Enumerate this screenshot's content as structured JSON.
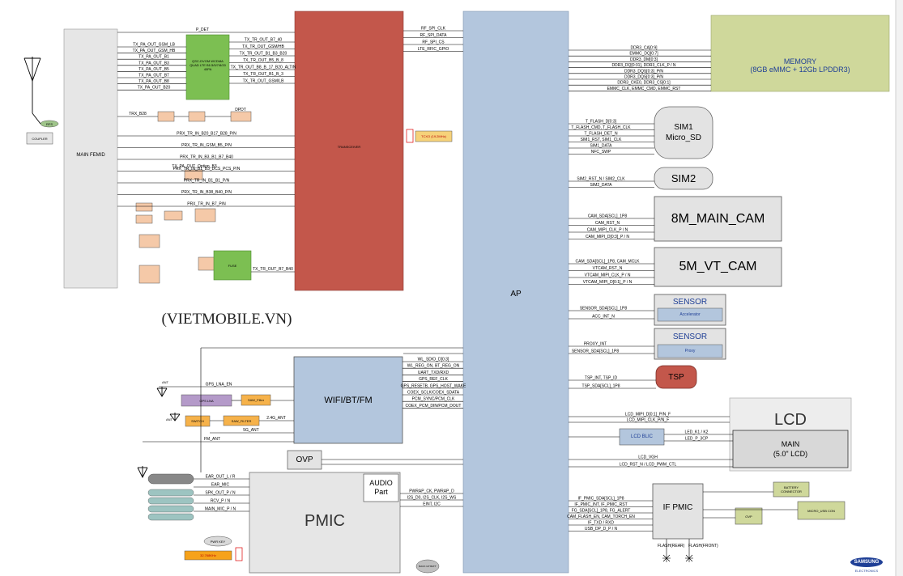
{
  "blocks": {
    "main_femid": "MAIN FEMID",
    "transceiver": "TRANSCEIVER",
    "pa": "QSC-DVOM WCDMA QUAD LTE B1/3/5/7/8/20 40PA",
    "ap": "AP",
    "memory_title": "MEMORY",
    "memory_sub": "(8GB eMMC + 12Gb LPDDR3)",
    "sim1_line1": "SIM1",
    "sim1_line2": "Micro_SD",
    "sim2": "SIM2",
    "main_cam": "8M_MAIN_CAM",
    "vt_cam": "5M_VT_CAM",
    "sensor": "SENSOR",
    "accelerometer": "Accelerator",
    "proxy": "Proxy",
    "tsp": "TSP",
    "lcd": "LCD",
    "lcd_main": "MAIN",
    "lcd_size": "(5.0\" LCD)",
    "lcd_blic": "LCD BLIC",
    "wifi": "WIFI/BT/FM",
    "pmic": "PMIC",
    "audio_line1": "AUDIO",
    "audio_line2": "Part",
    "ovp": "OVP",
    "if_pmic": "IF PMIC",
    "battery_connector": "BATTERY CONNECTOR",
    "micro_usb": "MICRO_USB CON",
    "ovp_small": "OVP",
    "tcxo": "TCXO (19.2MHz)",
    "coupler": "COUPLER",
    "gps_lna": "GPS LNA",
    "saw_filter_gps": "SAW_Filter",
    "saw_filter_wlan": "SAW_FILTER",
    "switch_wlan": "SWITCH",
    "ant1": "ANT",
    "ant2": "ANT",
    "power_key": "PWR KEY",
    "backup_battery": "BACK UP BATT",
    "crystal": "32.768KHz",
    "rfs": "RFS",
    "fuse": "FUSE"
  },
  "watermark": "(VIETMOBILE.VN)",
  "brand": "SAMSUNG",
  "brand_sub": "ELECTRONICS",
  "signals": {
    "memory": [
      "DDR3_CA[0:9]",
      "EMMC_DQ[0:7]",
      "DDR3_DM[0:3]",
      "DDR3_DQ[0:31], DDR3_CLK_P / N",
      "DDR3_DQS[0:3]_P/N",
      "DDR3_DQS[0:3]_P/N",
      "DDR3_CKE0, DDR3_CS[0:1]",
      "EMMC_CLK, EMMC_CMD, EMMC_RST"
    ],
    "sim1": [
      "T_FLASH_D[0:3]",
      "T_FLASH_CMD, T_FLASH_CLK",
      "T_FLASH_DET_N",
      "SIM1_RST, SIM1_CLK",
      "SIM1_DATA",
      "NFC_SWP"
    ],
    "sim2": [
      "SIM2_RST_N / SIM2_CLK",
      "SIM2_DATA"
    ],
    "main_cam": [
      "CAM_SDA[SCL]_1P8",
      "CAM_RST_N",
      "CAM_MIPI_CLK_P / N",
      "CAM_MIPI_D[0:3]_P / N"
    ],
    "vt_cam": [
      "CAM_SDA[SCL]_1P8, CAM_MCLK",
      "VTCAM_RST_N",
      "VTCAM_MIPI_CLK_P / N",
      "VTCAM_MIPI_D[0:1]_P / N"
    ],
    "sensor": [
      "SENSOR_SDA[SCL]_1P8",
      "ACC_INT_N",
      "PROXY_INT",
      "SENSOR_SDA[SCL]_1P8"
    ],
    "tsp": [
      "TSP_INT, TSP_ID",
      "TSP_SDA[SCL]_1P8"
    ],
    "lcd": [
      "LCD_MIPI_D[0:1]_P/N_F",
      "LCD_MIPI_CLK_P/N_F",
      "LED_K1 / K2",
      "LED_P_3CP",
      "LCD_VGH",
      "LCD_RST_N / LCD_PWM_CTL"
    ],
    "if_pmic": [
      "IF_PMIC_SDA[SCL]_1P8",
      "IF_PMIC_INT, IF_PMIC_RST",
      "FG_SDA[SCL]_1P8, FG_ALERT",
      "CAM_FLASH_EN, CAM_TORCH_EN",
      "IF_TXD / RXD",
      "USB_DP_D_P / N"
    ],
    "flash_rear": "FLASH(REAR)",
    "flash_front": "FLASH(FRONT)",
    "femid_in": [
      "TX_PA_OUT_GSM_LB",
      "TX_PA_OUT_GSM_HB",
      "TX_PA_OUT_B1",
      "TX_PA_OUT_B3",
      "TX_PA_OUT_B5",
      "TX_PA_OUT_B7",
      "TX_PA_OUT_B8",
      "TX_PA_OUT_B20"
    ],
    "trx_right": [
      "TX_TR_OUT_B7_40",
      "TX_TR_OUT_GSM/HB",
      "TX_TR_OUT_B1_B3_B20",
      "TX_TR_OUT_B5_B_8",
      "TX_TR_OUT_B8_B_17_B20_ALTIN",
      "TX_TR_OUT_B1_B_3",
      "TX_TR_OUT_GSM/LB"
    ],
    "prx": [
      "PRX_TR_IN_B20_B17_B28_P/N",
      "PRX_TR_IN_GSM_B5_P/N",
      "PRX_TR_IN_B3_B1_B7_B40",
      "PRX_TR_IN_B1_B3_DCS_PCS_P/N",
      "PRX_TR_IN_B1_B1_P/N",
      "PRX_TR_IN_B38_B40_P/N",
      "PRX_TR_IN_B7_P/N"
    ],
    "wifi": [
      "WL_SDIO_D[0:3]",
      "WL_REG_ON, BT_REG_ON",
      "UART_TXD/RXD",
      "GPS_REF_CLK",
      "GPS_RESETB, GPS_HOST_WAKE",
      "COEX_SCLK/COEX_SDATA",
      "PCM_SYNC/PCM_CLK",
      "COEX_PCM_DIN/PCM_DOUT"
    ],
    "wifi_left": [
      "GPS_LNA_EN",
      "2.4G_ANT",
      "5G_ANT",
      "FM_ANT"
    ],
    "pmic_left": [
      "EAR_OUT_L / R",
      "EAR_MIC",
      "SPK_OUT_P / N",
      "RCV_P / N",
      "MAIN_MIC_P / N"
    ],
    "pmic_right": [
      "PWRAP_CK, PWRAP_D",
      "I2S_D0, I2S_CLK, I2S_WS",
      "EINT, I2C"
    ],
    "ap_top": [
      "RF_SPI_CLK",
      "RF_SPI_DATA",
      "RF_SPI_CS",
      "LTE_RFIC_GPIO"
    ],
    "p_det": "P_DET",
    "dpdt": "DPDT",
    "trx_b40": "TX_TR_OUT_B7_B40",
    "trx_opt": "TX_PA_OUT_Option_B3",
    "trx_b28": "TRX_B28"
  }
}
